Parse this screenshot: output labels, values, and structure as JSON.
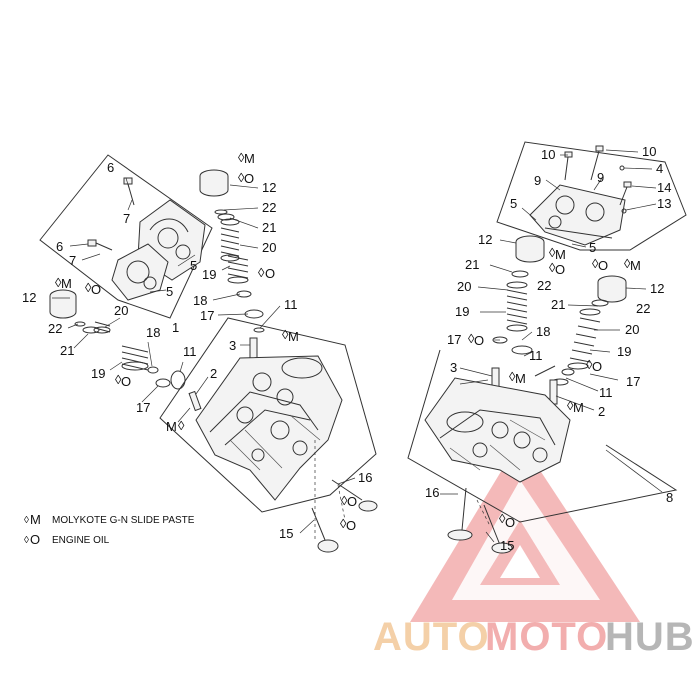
{
  "legend": {
    "m_symbol": "M",
    "m_text": "MOLYKOTE G-N SLIDE PASTE",
    "o_symbol": "O",
    "o_text": "ENGINE OIL"
  },
  "watermark": {
    "brand_a": "AUTO",
    "brand_b": "MOTO",
    "brand_c": "HUB",
    "colors": {
      "auto": "#f3c89a",
      "moto": "#f0a0a0",
      "hub": "#aaaaaa",
      "triangle": "#e86a6a"
    }
  },
  "callouts": [
    "1",
    "2",
    "3",
    "4",
    "5",
    "6",
    "7",
    "8",
    "9",
    "10",
    "11",
    "12",
    "13",
    "14",
    "15",
    "16",
    "17",
    "18",
    "19",
    "20",
    "21",
    "22"
  ],
  "markers": {
    "m": "M",
    "o": "O"
  }
}
